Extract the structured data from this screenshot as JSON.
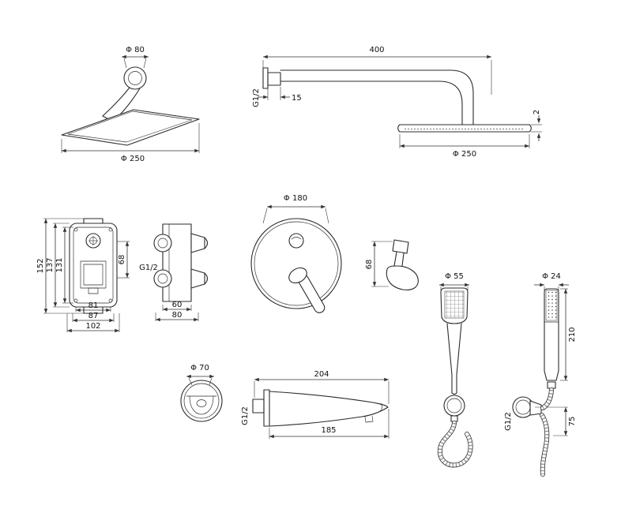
{
  "drawing": {
    "head_top": {
      "flange_dia": "Φ 80",
      "plate_dia": "Φ 250"
    },
    "arm_side": {
      "length": "400",
      "thread": "G1/2",
      "thread_len": "15",
      "plate_dia": "Φ 250",
      "plate_thickness": "2"
    },
    "valve_front": {
      "height_total": "152",
      "height_mid": "137",
      "height_inner": "131",
      "port_spacing": "68",
      "width_inner": "81",
      "width_mid": "87",
      "width_total": "102"
    },
    "valve_side": {
      "thread": "G1/2",
      "depth_body": "60",
      "depth_total": "80"
    },
    "trim_plate": {
      "dia": "Φ 180"
    },
    "handle_side": {
      "height": "68"
    },
    "handshower_large": {
      "dia": "Φ 55"
    },
    "handshower_slim": {
      "dia": "Φ 24",
      "length": "210",
      "wall_outlet_thread": "G1/2",
      "wall_outlet_offset": "75"
    },
    "spout_escutcheon": {
      "dia": "Φ 70"
    },
    "spout_side": {
      "length_total": "204",
      "thread": "G1/2",
      "length_body": "185"
    }
  }
}
